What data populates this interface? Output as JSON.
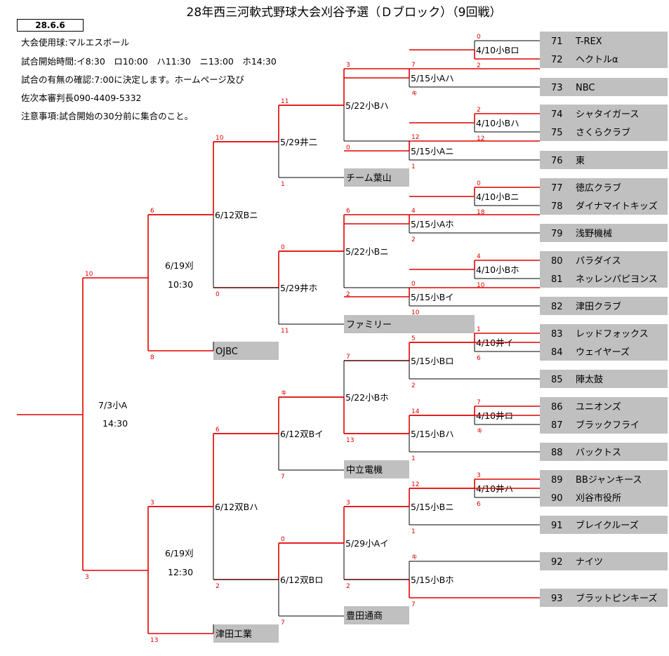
{
  "title": "28年西三河軟式野球大会刈谷予選（Ｄブロック）（9回戦）",
  "date": "28.6.6",
  "info": [
    "大会使用球:マルエスボール",
    "試合開始時間:イ8:30　ロ10:00　ハ11:30　ニ13:00　ホ14:30",
    "試合の有無の確認:7:00に決定します。ホームページ及び",
    "佐次本審判長090-4409-5332",
    "注意事項:試合開始の30分前に集合のこと。"
  ],
  "teams": [
    {
      "num": "71",
      "name": "T-REX"
    },
    {
      "num": "72",
      "name": "ヘクトルα"
    },
    {
      "num": "73",
      "name": "NBC"
    },
    {
      "num": "74",
      "name": "シャタイガース"
    },
    {
      "num": "75",
      "name": "さくらクラブ"
    },
    {
      "num": "76",
      "name": "東"
    },
    {
      "num": "77",
      "name": "徳広クラブ"
    },
    {
      "num": "78",
      "name": "ダイナマイトキッズ"
    },
    {
      "num": "79",
      "name": "浅野機械"
    },
    {
      "num": "80",
      "name": "パラダイス"
    },
    {
      "num": "81",
      "name": "ネッレンパピヨンス"
    },
    {
      "num": "82",
      "name": "津田クラブ"
    },
    {
      "num": "83",
      "name": "レッドフォックス"
    },
    {
      "num": "84",
      "name": "ウェイヤーズ"
    },
    {
      "num": "85",
      "name": "陣太鼓"
    },
    {
      "num": "86",
      "name": "ユニオンズ"
    },
    {
      "num": "87",
      "name": "ブラックフライ"
    },
    {
      "num": "88",
      "name": "バックトス"
    },
    {
      "num": "89",
      "name": "BBジャンキース"
    },
    {
      "num": "90",
      "name": "刈谷市役所"
    },
    {
      "num": "91",
      "name": "ブレイクルーズ"
    },
    {
      "num": "92",
      "name": "ナイツ"
    },
    {
      "num": "93",
      "name": "ブラットピンキーズ"
    }
  ],
  "seeded": [
    "チーム葉山",
    "ファミリー",
    "OJBC",
    "中立電機",
    "豊田通商",
    "津田工業"
  ],
  "matches": [
    {
      "label": "4/10小Bロ",
      "s1": "0",
      "s2": "2"
    },
    {
      "label": "5/15小Aハ",
      "s1": "7",
      "s2": "キ"
    },
    {
      "label": "4/10小Bハ",
      "s1": "2",
      "s2": "12"
    },
    {
      "label": "5/15小Aニ",
      "s1": "12",
      "s2": "1"
    },
    {
      "label": "5/22小Bハ",
      "s1": "3",
      "s2": "0"
    },
    {
      "label": "5/29井二",
      "s1": "11",
      "s2": "1"
    },
    {
      "label": "4/10小Bニ",
      "s1": "0",
      "s2": "18"
    },
    {
      "label": "5/15小Aホ",
      "s1": "4",
      "s2": "2"
    },
    {
      "label": "4/10小Bホ",
      "s1": "4",
      "s2": "10"
    },
    {
      "label": "5/15小Bイ",
      "s1": "0",
      "s2": "10"
    },
    {
      "label": "5/22小Bニ",
      "s1": "6",
      "s2": "2"
    },
    {
      "label": "5/29井ホ",
      "s1": "0",
      "s2": "11"
    },
    {
      "label": "6/12双Bニ",
      "s1": "10",
      "s2": "0"
    },
    {
      "label": "4/10井イ",
      "s1": "1",
      "s2": "6"
    },
    {
      "label": "5/15小Bロ",
      "s1": "5",
      "s2": "2"
    },
    {
      "label": "4/10井ロ",
      "s1": "7",
      "s2": "キ"
    },
    {
      "label": "5/15小Bハ",
      "s1": "14",
      "s2": "1"
    },
    {
      "label": "5/22小Bホ",
      "s1": "7",
      "s2": "13"
    },
    {
      "label": "6/12双Bイ",
      "s1": "キ",
      "s2": "7"
    },
    {
      "label": "4/10井ハ",
      "s1": "3",
      "s2": "6"
    },
    {
      "label": "5/15小Bニ",
      "s1": "12",
      "s2": "1"
    },
    {
      "label": "5/15小Bホ",
      "s1": "キ",
      "s2": "7"
    },
    {
      "label": "5/29小Aイ",
      "s1": "3",
      "s2": "2"
    },
    {
      "label": "6/12双Bロ",
      "s1": "0",
      "s2": "7"
    },
    {
      "label": "6/12双Bハ",
      "s1": "6",
      "s2": "2"
    }
  ],
  "semis": [
    {
      "label1": "6/19刈",
      "label2": "10:30",
      "s1": "6",
      "s2": "8"
    },
    {
      "label1": "6/19刈",
      "label2": "12:30",
      "s1": "3",
      "s2": "13"
    }
  ],
  "final": {
    "label1": "7/3小A",
    "label2": "14:30",
    "s1": "10",
    "s2": "3"
  }
}
